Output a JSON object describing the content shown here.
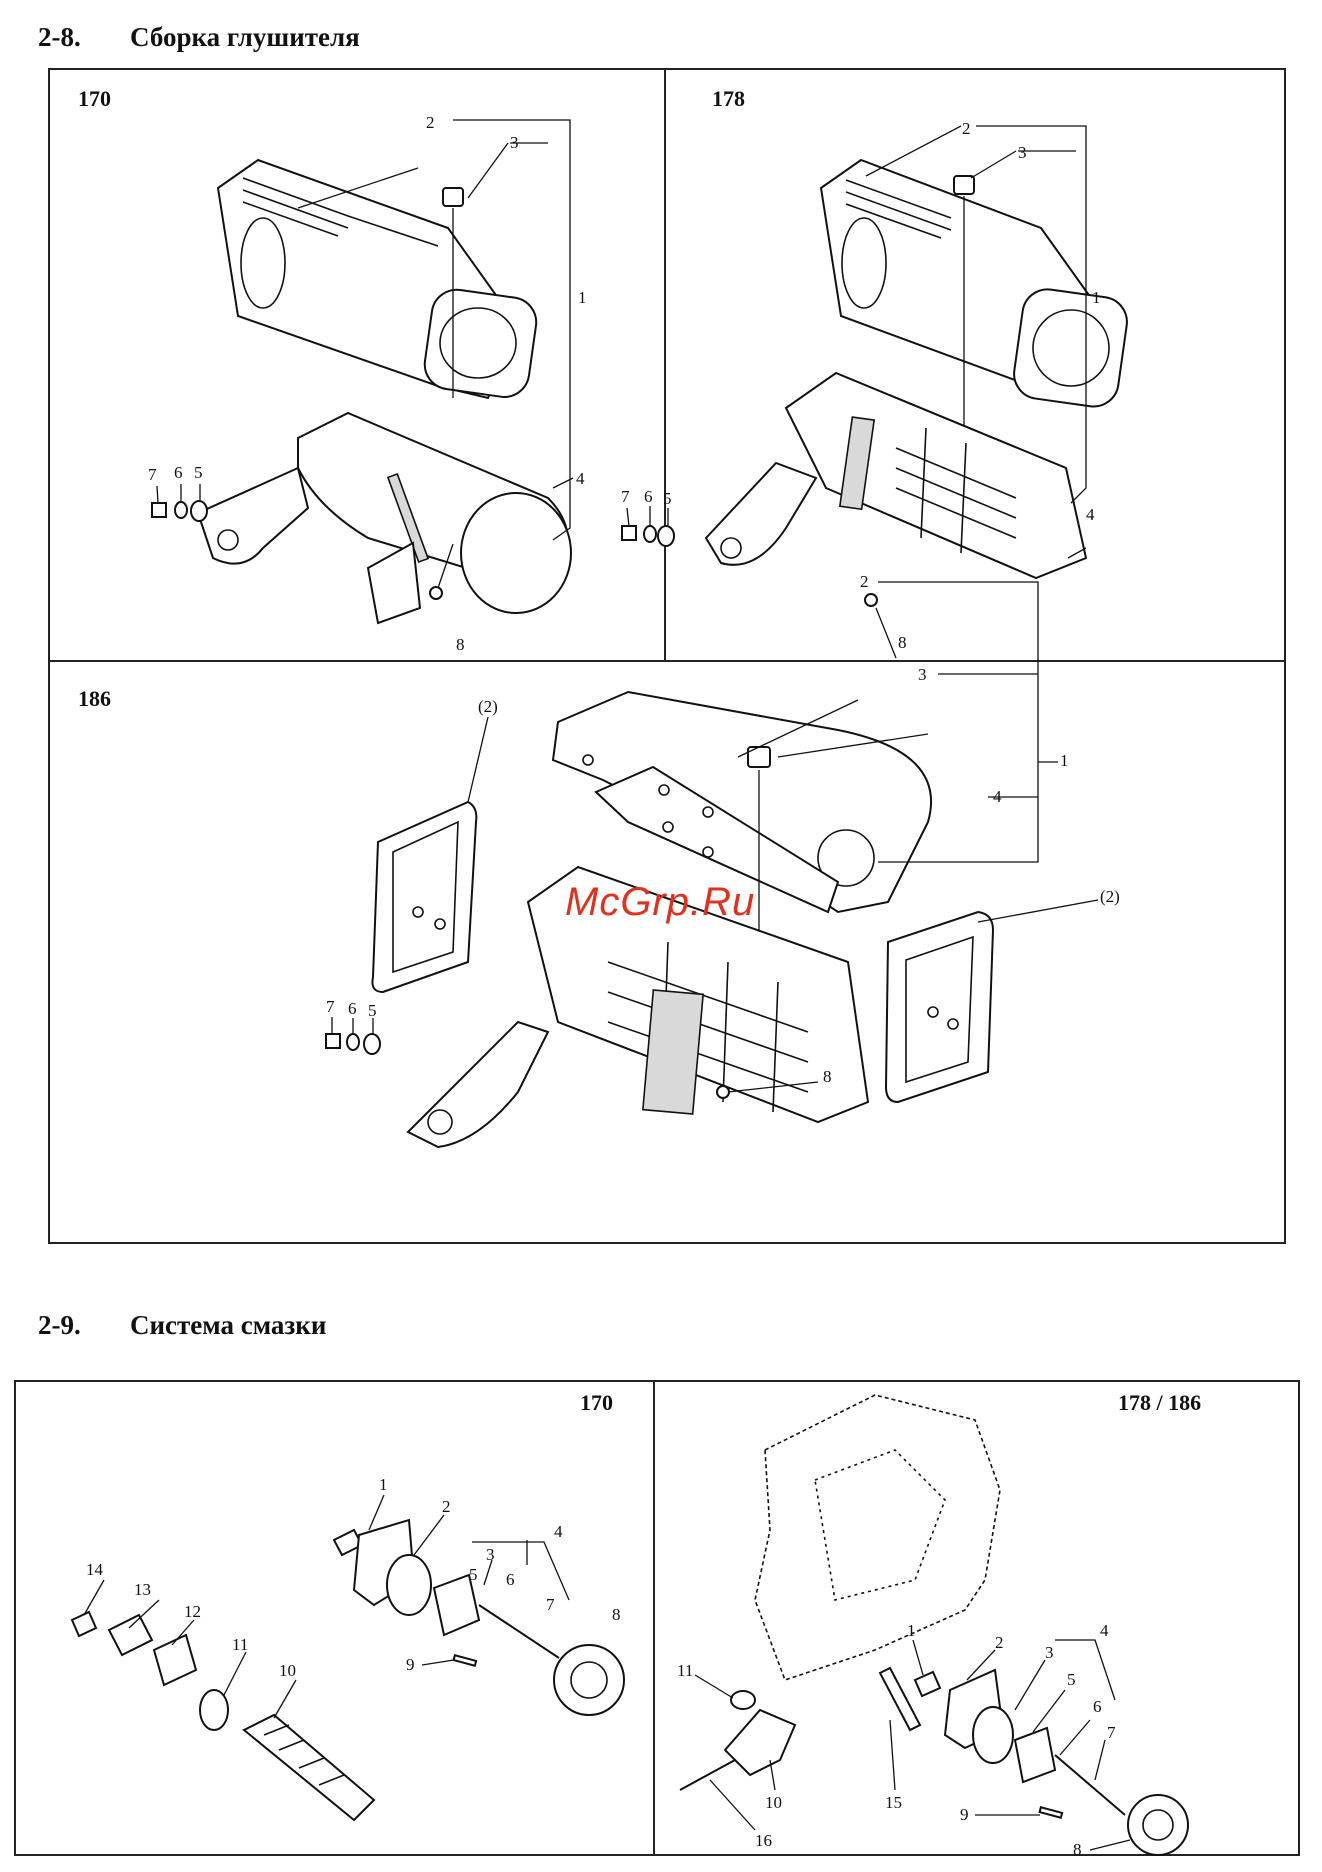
{
  "sections": [
    {
      "number": "2-8.",
      "title": "Сборка глушителя"
    },
    {
      "number": "2-9.",
      "title": "Система смазки"
    }
  ],
  "muffler": {
    "panels": [
      {
        "model": "170",
        "callouts": [
          "2",
          "3",
          "1",
          "7",
          "6",
          "5",
          "4",
          "8"
        ]
      },
      {
        "model": "178",
        "callouts": [
          "2",
          "3",
          "1",
          "7",
          "6",
          "5",
          "4",
          "8"
        ]
      },
      {
        "model": "186",
        "callouts": [
          "(2)",
          "2",
          "3",
          "1",
          "7",
          "6",
          "5",
          "4",
          "(2)",
          "8"
        ]
      }
    ]
  },
  "lubrication": {
    "panels": [
      {
        "model": "170",
        "callouts": [
          "1",
          "2",
          "3",
          "4",
          "5",
          "6",
          "7",
          "8",
          "9",
          "14",
          "13",
          "12",
          "11",
          "10"
        ]
      },
      {
        "model": "178 / 186",
        "callouts": [
          "1",
          "2",
          "3",
          "4",
          "5",
          "6",
          "7",
          "11",
          "10",
          "15",
          "16",
          "9",
          "8"
        ]
      }
    ]
  },
  "watermark": {
    "text": "McGrp.Ru",
    "color": "#e0301e"
  }
}
